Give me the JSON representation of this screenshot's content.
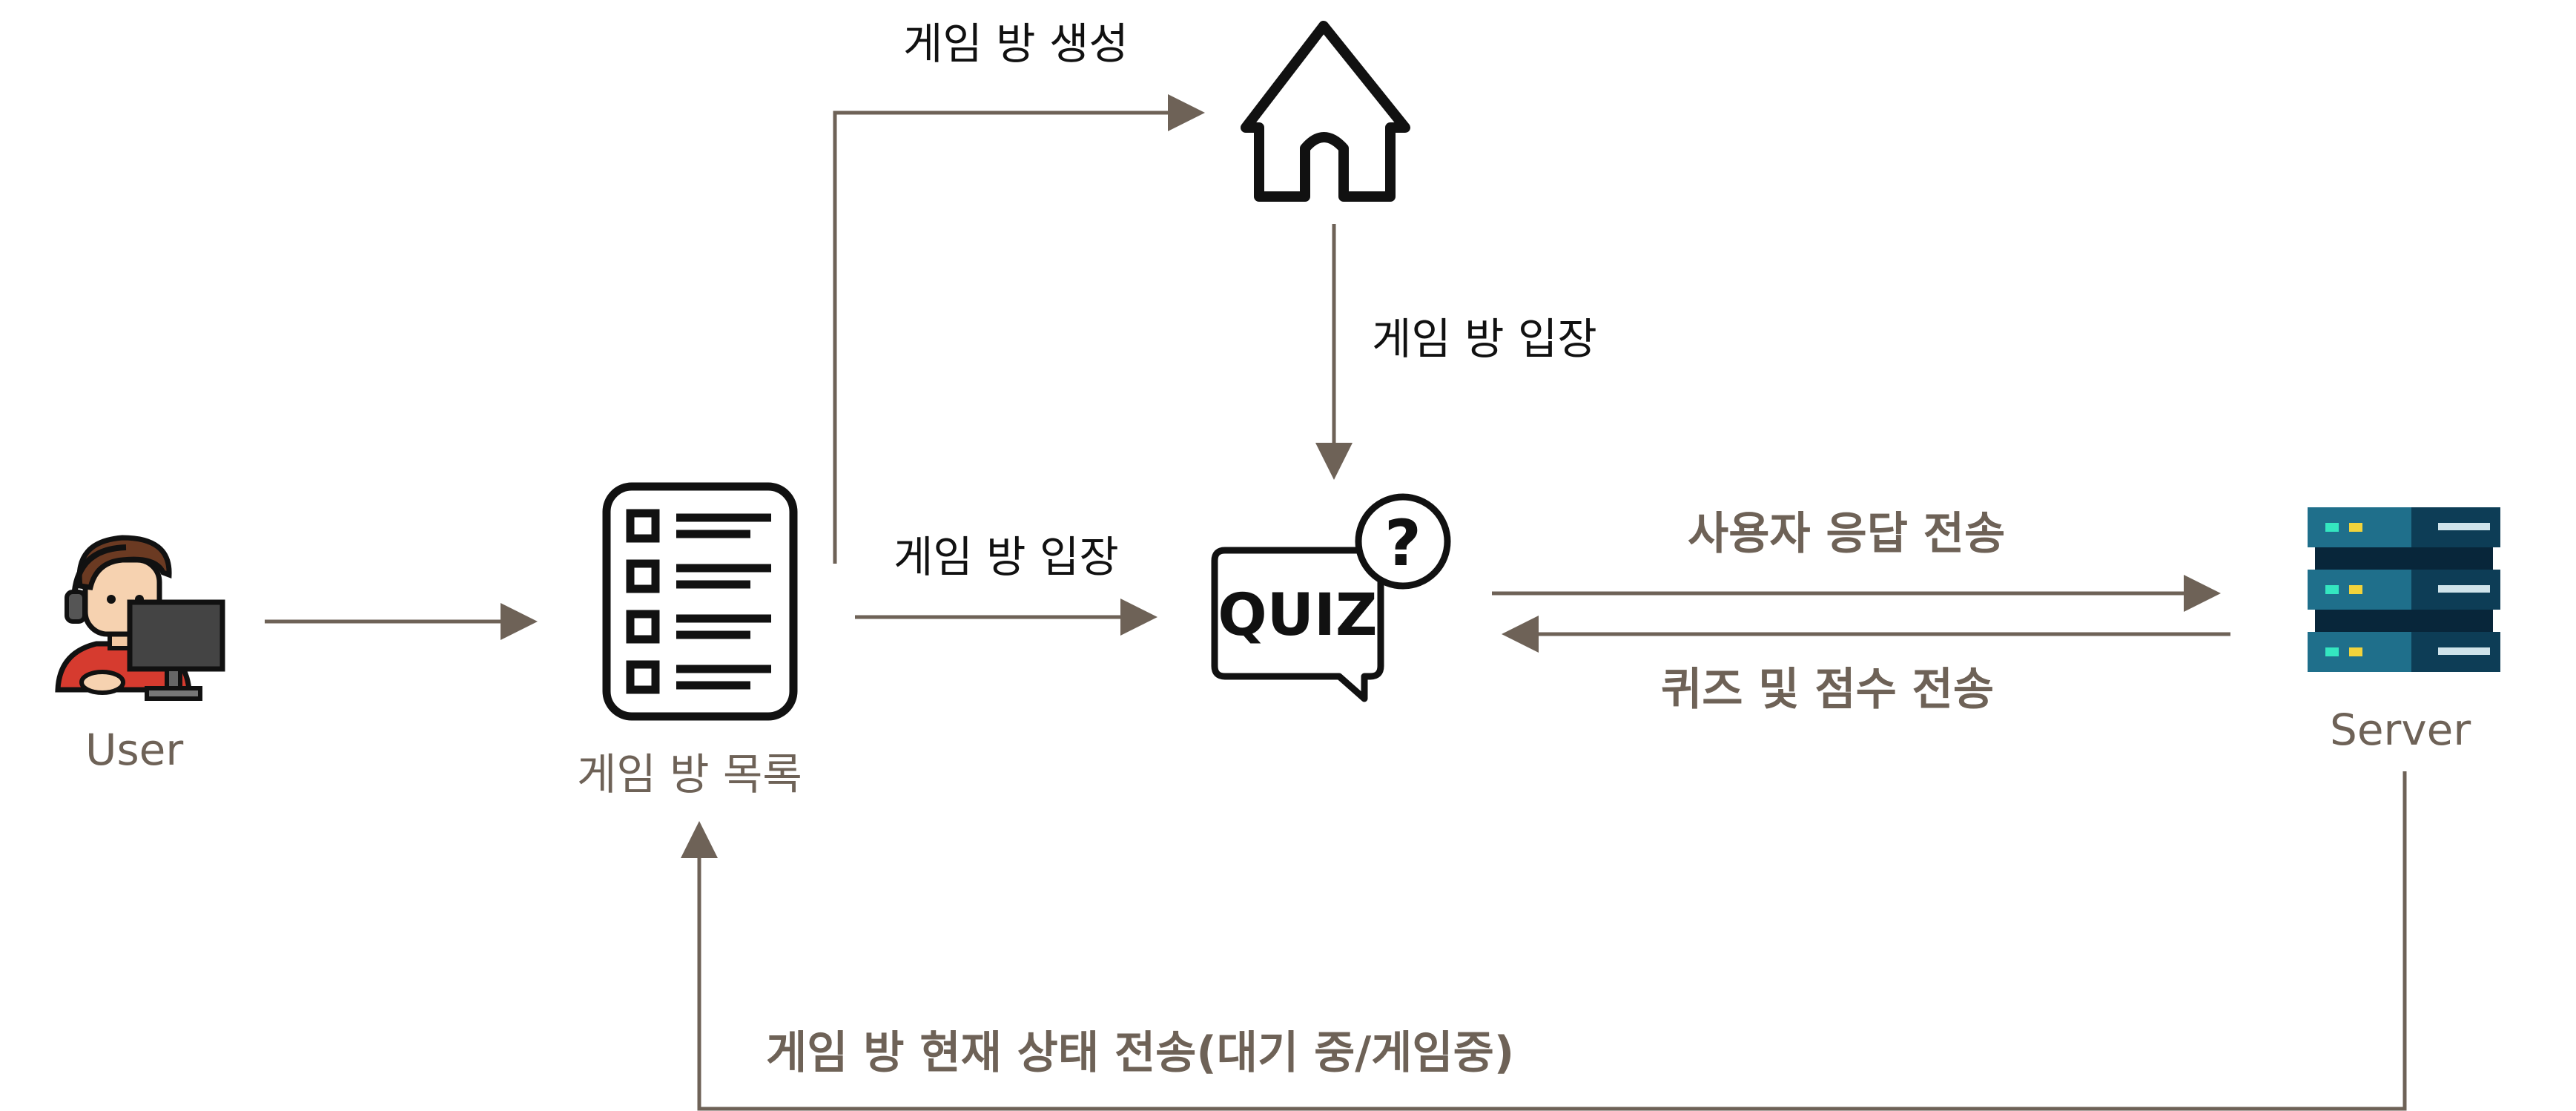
{
  "nodes": {
    "user": {
      "label": "User",
      "icon": "gamer-user-icon"
    },
    "room_list": {
      "label": "게임 방 목록",
      "icon": "checklist-icon"
    },
    "room": {
      "icon": "house-icon"
    },
    "quiz": {
      "icon": "quiz-speech-bubble-icon",
      "text": "QUIZ",
      "badge": "?"
    },
    "server": {
      "label": "Server",
      "icon": "server-rack-icon"
    }
  },
  "edges": {
    "create_room": "게임 방 생성",
    "enter_room_from_house": "게임 방 입장",
    "enter_room_from_list": "게임 방 입장",
    "send_answer": "사용자 응답 전송",
    "send_quiz_score": "퀴즈 및 점수  전송",
    "send_room_status": "게임 방 현재 상태 전송(대기 중/게임중)"
  },
  "colors": {
    "arrow": "#6e6257",
    "label_text": "#6e6257",
    "icon_stroke": "#111111",
    "server_blue": "#1f6f8b",
    "server_dark": "#0d3d56",
    "user_shirt": "#d63b2f",
    "user_hair": "#6b3a22"
  }
}
